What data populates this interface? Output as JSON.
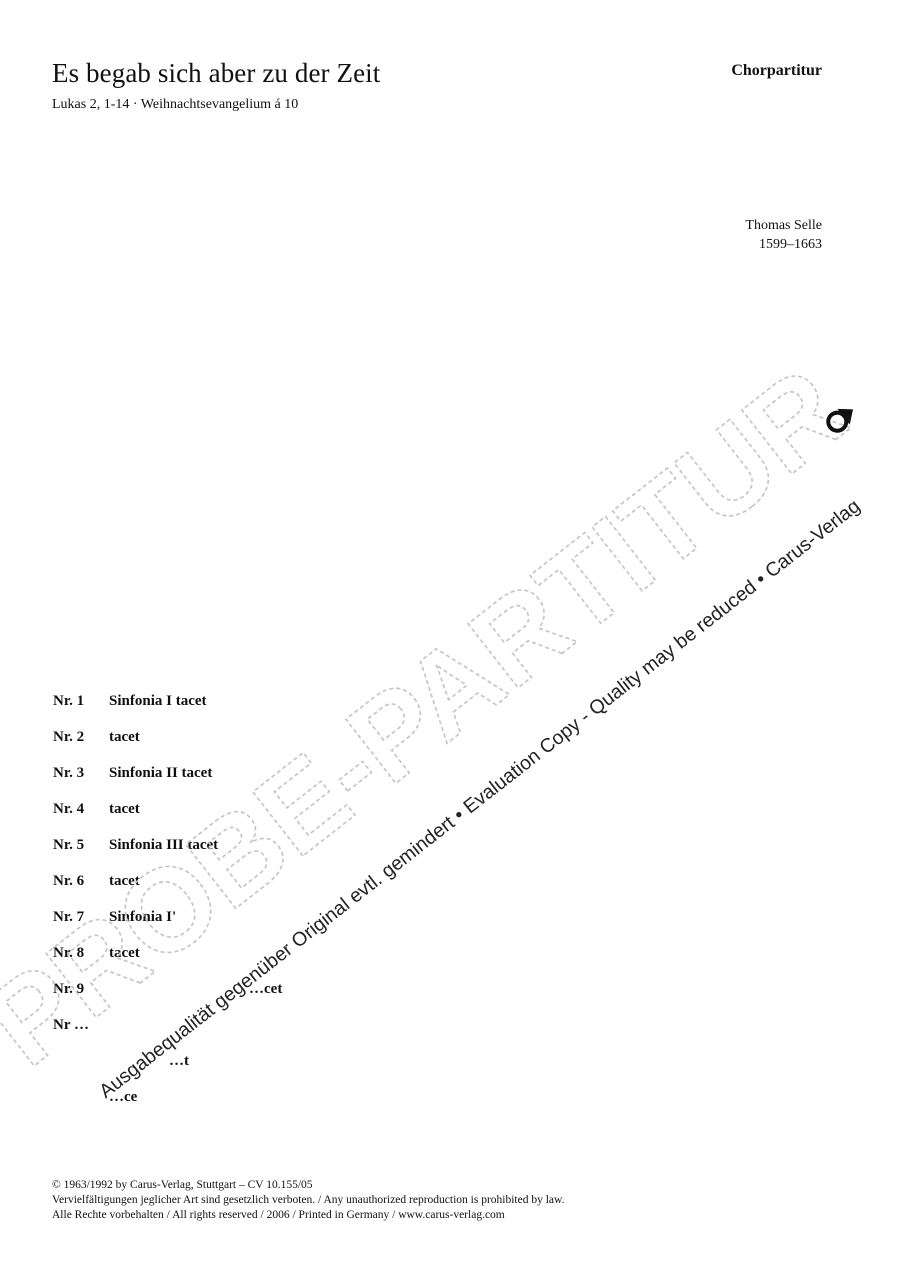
{
  "header": {
    "title": "Es begab sich aber zu der Zeit",
    "subtitle": "Lukas 2, 1-14 · Weihnachtsevangelium á 10",
    "edition": "Chorpartitur"
  },
  "composer": {
    "name": "Thomas Selle",
    "dates": "1599–1663"
  },
  "movements": [
    {
      "number": "Nr. 1",
      "description": "Sinfonia I tacet"
    },
    {
      "number": "Nr. 2",
      "description": "tacet"
    },
    {
      "number": "Nr. 3",
      "description": "Sinfonia II tacet"
    },
    {
      "number": "Nr. 4",
      "description": "tacet"
    },
    {
      "number": "Nr. 5",
      "description": "Sinfonia III tacet"
    },
    {
      "number": "Nr. 6",
      "description": "tacet"
    },
    {
      "number": "Nr. 7",
      "description": "Sinfonia I'"
    },
    {
      "number": "Nr. 8",
      "description": "tacet"
    },
    {
      "number": "Nr. 9",
      "description": "…cet"
    },
    {
      "number": "Nr …",
      "description": ""
    },
    {
      "number": "",
      "description": "…t"
    },
    {
      "number": "",
      "description": "…ce"
    }
  ],
  "footer": {
    "line1": "© 1963/1992 by Carus-Verlag, Stuttgart   –   CV 10.155/05",
    "line2": "Vervielfältigungen jeglicher Art sind gesetzlich verboten. / Any unauthorized reproduction is prohibited by law.",
    "line3": "Alle Rechte vorbehalten / All rights reserved / 2006 / Printed in Germany / www.carus-verlag.com"
  },
  "watermark": {
    "big_text": "PROBE-PARTITUR",
    "small_text": "Ausgabequalität gegenüber Original evtl. gemindert • Evaluation Copy - Quality may be reduced • Carus-Verlag",
    "color": "#bdbdbd",
    "logo_icon": "carus-logo-icon"
  }
}
